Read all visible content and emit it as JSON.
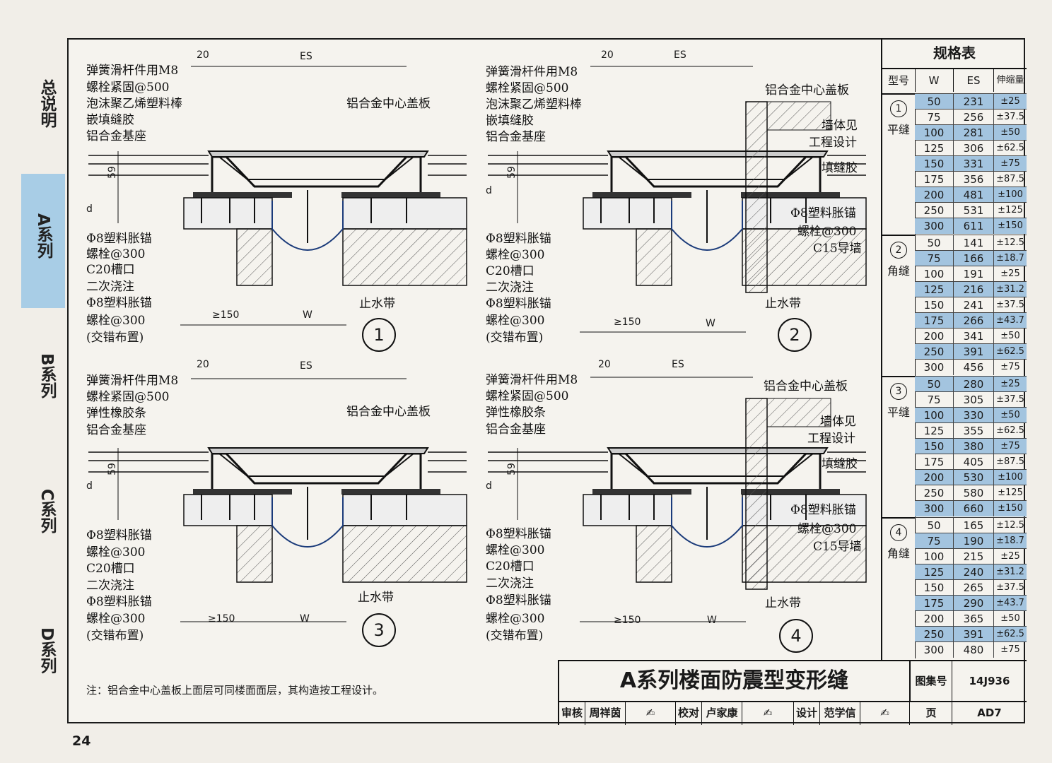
{
  "nav": {
    "general": "总说明",
    "a": "A系列",
    "b": "B系列",
    "c": "C系列",
    "d": "D系列"
  },
  "page_number": "24",
  "details": [
    {
      "num": "1",
      "labels_top": [
        "弹簧滑杆件用M8",
        "螺栓紧固@500",
        "泡沫聚乙烯塑料棒",
        "嵌填缝胶",
        "铝合金基座"
      ],
      "labels_bottom": [
        "Φ8塑料胀锚",
        "螺栓@300",
        "C20槽口",
        "二次浇注",
        "Φ8塑料胀锚",
        "螺栓@300",
        "(交错布置)"
      ],
      "center_plate": "铝合金中心盖板",
      "waterstop": "止水带"
    },
    {
      "num": "2",
      "labels_top": [
        "弹簧滑杆件用M8",
        "螺栓紧固@500",
        "泡沫聚乙烯塑料棒",
        "嵌填缝胶",
        "铝合金基座"
      ],
      "labels_bottom": [
        "Φ8塑料胀锚",
        "螺栓@300",
        "C20槽口",
        "二次浇注",
        "Φ8塑料胀锚",
        "螺栓@300",
        "(交错布置)"
      ],
      "center_plate": "铝合金中心盖板",
      "wall1": "墙体见",
      "wall2": "工程设计",
      "sealant": "填缝胶",
      "anchor1": "Φ8塑料胀锚",
      "anchor2": "螺栓@300",
      "guide_wall": "C15导墙",
      "waterstop": "止水带"
    },
    {
      "num": "3",
      "labels_top": [
        "弹簧滑杆件用M8",
        "螺栓紧固@500",
        "弹性橡胶条",
        "铝合金基座"
      ],
      "labels_bottom": [
        "Φ8塑料胀锚",
        "螺栓@300",
        "C20槽口",
        "二次浇注",
        "Φ8塑料胀锚",
        "螺栓@300",
        "(交错布置)"
      ],
      "center_plate": "铝合金中心盖板",
      "waterstop": "止水带"
    },
    {
      "num": "4",
      "labels_top": [
        "弹簧滑杆件用M8",
        "螺栓紧固@500",
        "弹性橡胶条",
        "铝合金基座"
      ],
      "labels_bottom": [
        "Φ8塑料胀锚",
        "螺栓@300",
        "C20槽口",
        "二次浇注",
        "Φ8塑料胀锚",
        "螺栓@300",
        "(交错布置)"
      ],
      "center_plate": "铝合金中心盖板",
      "wall1": "墙体见",
      "wall2": "工程设计",
      "sealant": "填缝胶",
      "anchor1": "Φ8塑料胀锚",
      "anchor2": "螺栓@300",
      "guide_wall": "C15导墙",
      "waterstop": "止水带"
    }
  ],
  "dims": {
    "d20": "20",
    "es": "ES",
    "d59": "59",
    "d": "d",
    "ge150": "≥150",
    "w": "W"
  },
  "note": "注：铝合金中心盖板上面层可同楼面面层，其构造按工程设计。",
  "spec": {
    "title": "规格表",
    "h_type": "型号",
    "h_w": "W",
    "h_es": "ES",
    "h_tol": "伸缩量",
    "groups": [
      {
        "num": "1",
        "name": "平缝",
        "rows": [
          {
            "w": "50",
            "es": "231",
            "tol": "±25"
          },
          {
            "w": "75",
            "es": "256",
            "tol": "±37.5"
          },
          {
            "w": "100",
            "es": "281",
            "tol": "±50"
          },
          {
            "w": "125",
            "es": "306",
            "tol": "±62.5"
          },
          {
            "w": "150",
            "es": "331",
            "tol": "±75"
          },
          {
            "w": "175",
            "es": "356",
            "tol": "±87.5"
          },
          {
            "w": "200",
            "es": "481",
            "tol": "±100"
          },
          {
            "w": "250",
            "es": "531",
            "tol": "±125"
          },
          {
            "w": "300",
            "es": "611",
            "tol": "±150"
          }
        ]
      },
      {
        "num": "2",
        "name": "角缝",
        "rows": [
          {
            "w": "50",
            "es": "141",
            "tol": "±12.5"
          },
          {
            "w": "75",
            "es": "166",
            "tol": "±18.7"
          },
          {
            "w": "100",
            "es": "191",
            "tol": "±25"
          },
          {
            "w": "125",
            "es": "216",
            "tol": "±31.2"
          },
          {
            "w": "150",
            "es": "241",
            "tol": "±37.5"
          },
          {
            "w": "175",
            "es": "266",
            "tol": "±43.7"
          },
          {
            "w": "200",
            "es": "341",
            "tol": "±50"
          },
          {
            "w": "250",
            "es": "391",
            "tol": "±62.5"
          },
          {
            "w": "300",
            "es": "456",
            "tol": "±75"
          }
        ]
      },
      {
        "num": "3",
        "name": "平缝",
        "rows": [
          {
            "w": "50",
            "es": "280",
            "tol": "±25"
          },
          {
            "w": "75",
            "es": "305",
            "tol": "±37.5"
          },
          {
            "w": "100",
            "es": "330",
            "tol": "±50"
          },
          {
            "w": "125",
            "es": "355",
            "tol": "±62.5"
          },
          {
            "w": "150",
            "es": "380",
            "tol": "±75"
          },
          {
            "w": "175",
            "es": "405",
            "tol": "±87.5"
          },
          {
            "w": "200",
            "es": "530",
            "tol": "±100"
          },
          {
            "w": "250",
            "es": "580",
            "tol": "±125"
          },
          {
            "w": "300",
            "es": "660",
            "tol": "±150"
          }
        ]
      },
      {
        "num": "4",
        "name": "角缝",
        "rows": [
          {
            "w": "50",
            "es": "165",
            "tol": "±12.5"
          },
          {
            "w": "75",
            "es": "190",
            "tol": "±18.7"
          },
          {
            "w": "100",
            "es": "215",
            "tol": "±25"
          },
          {
            "w": "125",
            "es": "240",
            "tol": "±31.2"
          },
          {
            "w": "150",
            "es": "265",
            "tol": "±37.5"
          },
          {
            "w": "175",
            "es": "290",
            "tol": "±43.7"
          },
          {
            "w": "200",
            "es": "365",
            "tol": "±50"
          },
          {
            "w": "250",
            "es": "391",
            "tol": "±62.5"
          },
          {
            "w": "300",
            "es": "480",
            "tol": "±75"
          }
        ]
      }
    ]
  },
  "title_block": {
    "title": "A系列楼面防震型变形缝",
    "atlas_label": "图集号",
    "atlas_no": "14J936",
    "review_label": "审核",
    "reviewer": "周祥茵",
    "check_label": "校对",
    "checker": "卢家康",
    "design_label": "设计",
    "designer": "范学信",
    "page_label": "页",
    "page_no": "AD7"
  }
}
